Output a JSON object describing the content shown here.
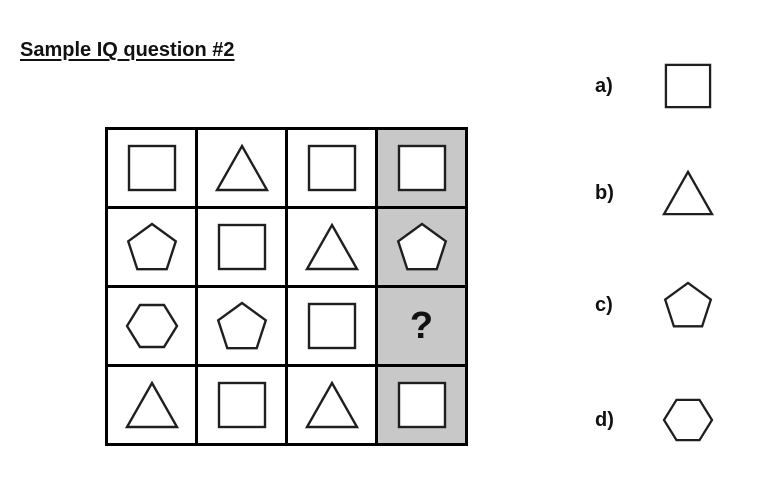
{
  "title": "Sample IQ question #2",
  "question_mark": "?",
  "colors": {
    "background": "#ffffff",
    "grid_line": "#000000",
    "highlight_cell": "#c8c8c8",
    "shape_stroke": "#1f1f1f",
    "shape_fill": "#ffffff",
    "text": "#111111"
  },
  "grid": {
    "rows": [
      [
        {
          "shape": "square",
          "highlighted": false
        },
        {
          "shape": "triangle",
          "highlighted": false
        },
        {
          "shape": "square",
          "highlighted": false
        },
        {
          "shape": "square",
          "highlighted": true
        }
      ],
      [
        {
          "shape": "pentagon",
          "highlighted": false
        },
        {
          "shape": "square",
          "highlighted": false
        },
        {
          "shape": "triangle",
          "highlighted": false
        },
        {
          "shape": "pentagon",
          "highlighted": true
        }
      ],
      [
        {
          "shape": "hexagon",
          "highlighted": false
        },
        {
          "shape": "pentagon",
          "highlighted": false
        },
        {
          "shape": "square",
          "highlighted": false
        },
        {
          "shape": "question",
          "highlighted": true
        }
      ],
      [
        {
          "shape": "triangle",
          "highlighted": false
        },
        {
          "shape": "square",
          "highlighted": false
        },
        {
          "shape": "triangle",
          "highlighted": false
        },
        {
          "shape": "square",
          "highlighted": true
        }
      ]
    ]
  },
  "options": [
    {
      "label": "a)",
      "shape": "square"
    },
    {
      "label": "b)",
      "shape": "triangle"
    },
    {
      "label": "c)",
      "shape": "pentagon"
    },
    {
      "label": "d)",
      "shape": "hexagon"
    }
  ]
}
